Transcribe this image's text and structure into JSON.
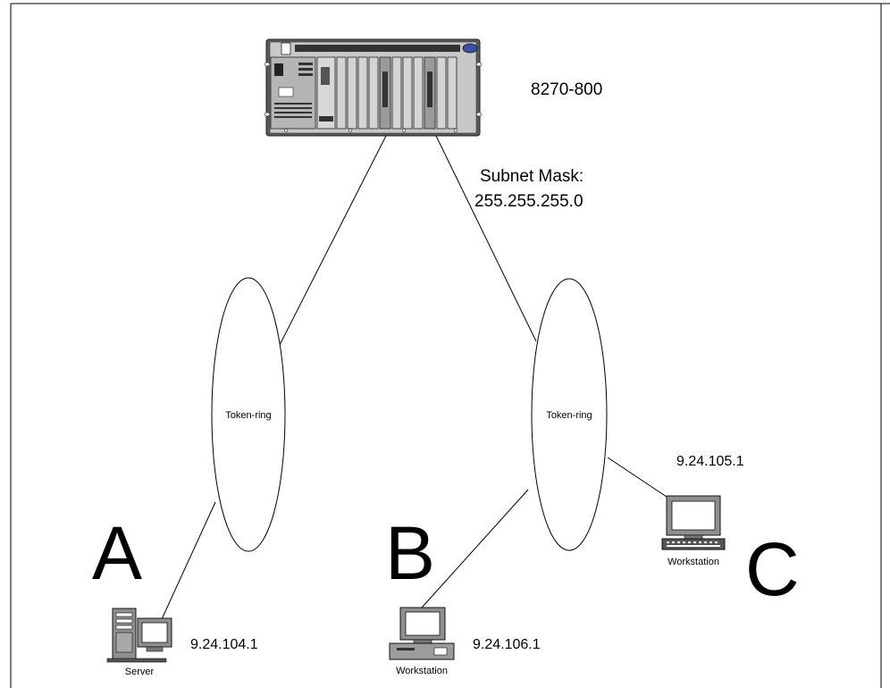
{
  "device": {
    "model": "8270-800"
  },
  "subnet": {
    "label": "Subnet Mask:",
    "value": "255.255.255.0"
  },
  "rings": [
    {
      "label": "Token-ring"
    },
    {
      "label": "Token-ring"
    }
  ],
  "nodes": {
    "a": {
      "letter": "A",
      "caption": "Server",
      "ip": "9.24.104.1"
    },
    "b": {
      "letter": "B",
      "caption": "Workstation",
      "ip": "9.24.106.1"
    },
    "c": {
      "letter": "C",
      "caption": "Workstation",
      "ip": "9.24.105.1"
    }
  },
  "colors": {
    "line": "#000000",
    "chassis": "#4a4a4a",
    "screen": "#ffffff",
    "accent": "#3a4fa8"
  }
}
